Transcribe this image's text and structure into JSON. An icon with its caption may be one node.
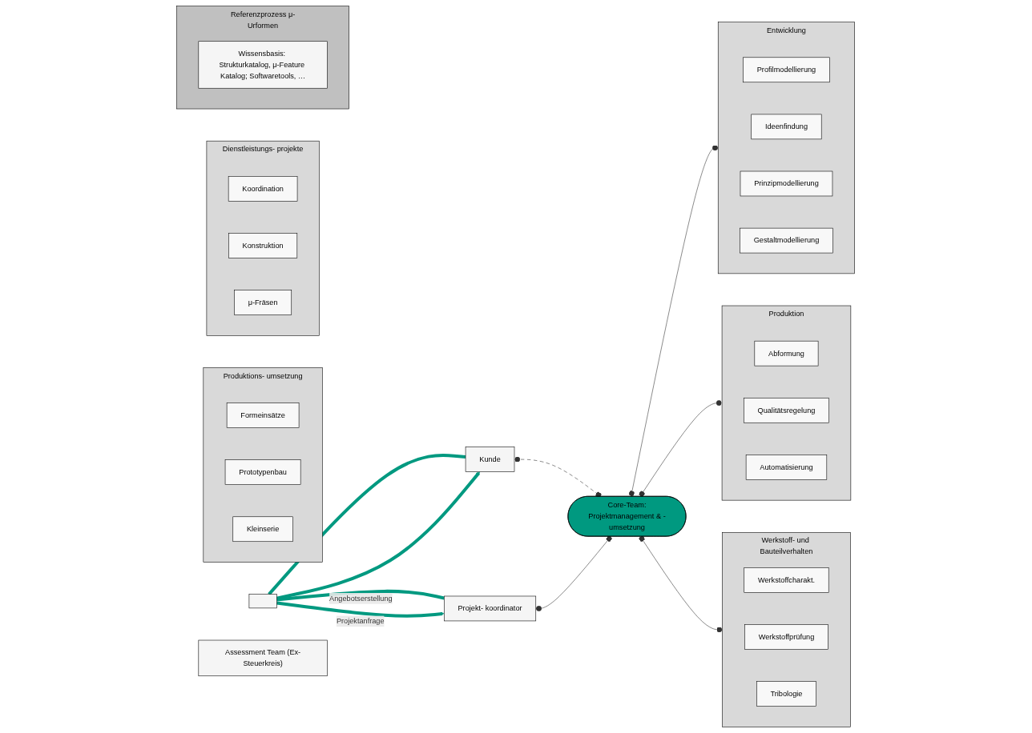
{
  "diagram": {
    "nodes": [
      {
        "text": [
          "Kunde"
        ]
      },
      {
        "text": [],
        "shape": "box"
      },
      {
        "text": [
          "Projekt- koordinator"
        ]
      },
      {
        "text": [
          "Assessment Team (Ex-Steuerkreis)"
        ]
      },
      {
        "text": [
          "Core-Team:",
          "Projektmanagement & -umsetzung"
        ]
      },
      {
        "text": [
          "Entwicklung"
        ]
      },
      {
        "text": [
          "Profilmodellierung"
        ],
        "in": 5
      },
      {
        "text": [
          "Ideenfindung"
        ],
        "in": 5
      },
      {
        "text": [
          "Prinzipmodellierung"
        ],
        "in": 5
      },
      {
        "text": [
          "Gestaltmodellierung"
        ],
        "in": 5
      },
      {
        "text": [
          "Produktions- umsetzung"
        ]
      },
      {
        "text": [
          "Formeinsätze"
        ],
        "in": 10
      },
      {
        "text": [
          "Prototypenbau"
        ],
        "in": 10
      },
      {
        "text": [
          "Kleinserie"
        ],
        "in": 10
      },
      {
        "text": [
          "Produktion"
        ]
      },
      {
        "text": [
          "Abformung"
        ],
        "in": 14
      },
      {
        "text": [
          "Qualitätsregelung"
        ],
        "in": 14
      },
      {
        "text": [
          "Automatisierung"
        ],
        "in": 14
      },
      {
        "text": [
          "Werkstoff- und Bauteilverhalten"
        ]
      },
      {
        "text": [
          "Werkstoffcharakt."
        ],
        "in": 18
      },
      {
        "text": [
          "Werkstoffprüfung"
        ],
        "in": 18
      },
      {
        "text": [
          "Tribologie"
        ],
        "in": 18
      },
      {
        "text": [
          "Dienstleistungs- projekte"
        ]
      },
      {
        "text": [
          "Koordination"
        ],
        "in": 22
      },
      {
        "text": [
          "Konstruktion"
        ],
        "in": 22
      },
      {
        "text": [
          "μ-Fräsen"
        ],
        "in": 22
      },
      {
        "text": [
          "Referenzprozess μ-Urformen"
        ]
      },
      {
        "text": [
          "Wissensbasis: Strukturkatalog, μ-Feature Katalog; Softwaretools, …"
        ],
        "in": 26
      }
    ],
    "edges": [
      {
        "from": 1,
        "to": 0,
        "arrow": "none",
        "style": "thick",
        "color": "#009980"
      },
      {
        "from": 1,
        "to": 0,
        "arrow": "to",
        "style": "thick",
        "color": "#009980"
      },
      {
        "from": 1,
        "to": 2,
        "arrow": "none",
        "label": "Angebotserstellung",
        "style": "thick",
        "color": "#009980"
      },
      {
        "from": 1,
        "to": 2,
        "arrow": "to",
        "label": "Projektanfrage",
        "style": "thick",
        "color": "#009980"
      },
      {
        "from": 0,
        "to": 4,
        "arrow": "other",
        "style": "dashed"
      },
      {
        "from": 2,
        "to": 4,
        "arrow": "other"
      },
      {
        "from": 4,
        "to": 5,
        "arrow": "other"
      },
      {
        "from": 4,
        "to": 14,
        "arrow": "other"
      },
      {
        "from": 4,
        "to": 18,
        "arrow": "other"
      }
    ]
  }
}
